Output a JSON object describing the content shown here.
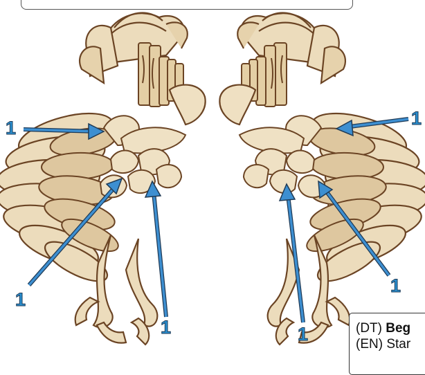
{
  "callouts": [
    {
      "id": "c1",
      "label": "1"
    },
    {
      "id": "c2",
      "label": "1"
    },
    {
      "id": "c3",
      "label": "1"
    },
    {
      "id": "c4",
      "label": "1"
    },
    {
      "id": "c5",
      "label": "1"
    },
    {
      "id": "c6",
      "label": "1"
    }
  ],
  "info": {
    "line1_prefix": "(DT) ",
    "line1_bold": "Beg",
    "line2_prefix": "(EN) Star"
  },
  "colors": {
    "wood": "#ecdcbc",
    "wood_shadow": "#d9c39a",
    "edge": "#6b4424",
    "arrow": "#3d8fd1",
    "arrow_outline": "#1f3a55"
  }
}
